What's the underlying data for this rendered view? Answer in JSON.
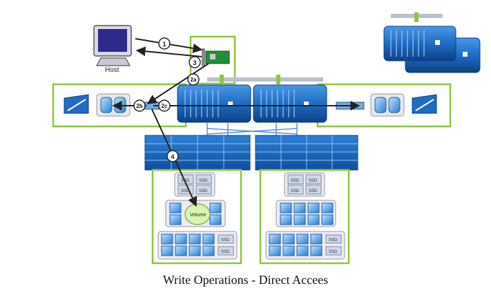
{
  "caption": "Write Operations  - Direct Accees",
  "host_label": "Host",
  "volume_label": "Volume",
  "ssd_label": "SSD",
  "steps": {
    "s1": "1",
    "s2a": "2a",
    "s2b": "2b",
    "s2c": "2c",
    "s3": "3",
    "s4": "4"
  },
  "colors": {
    "frame_green": "#8dc63f",
    "controller_blue": "#1f6fc6",
    "controller_dark": "#0d3f86",
    "disk_blue": "#3a8fd9",
    "arrow": "#222222",
    "volume_fill": "#d6f5b0",
    "card_green": "#1f8f3a"
  }
}
